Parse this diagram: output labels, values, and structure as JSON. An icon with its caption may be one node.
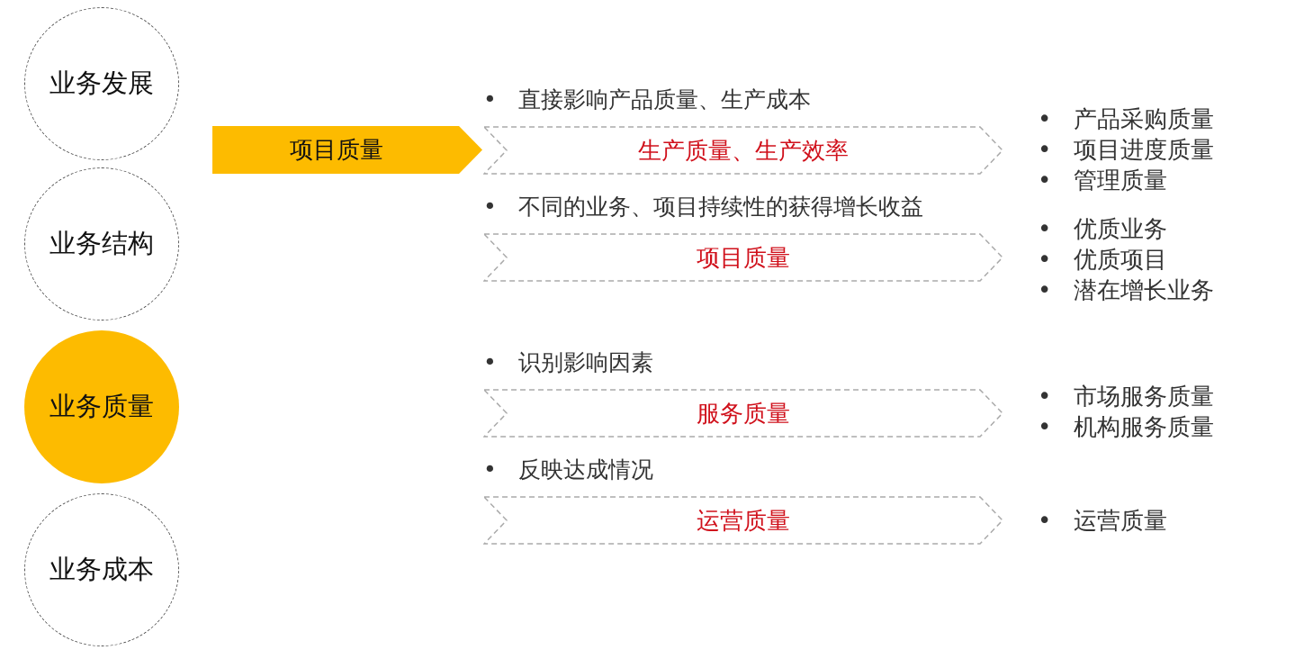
{
  "diagram": {
    "nodes": [
      {
        "text": [
          "业务发展"
        ]
      },
      {
        "text": [
          "业务结构"
        ]
      },
      {
        "text": [
          "业务质量"
        ]
      },
      {
        "text": [
          "业务成本"
        ]
      },
      {
        "text": [
          "项目质量"
        ]
      },
      {
        "text": [
          "• 直接影响产品质量、生产成本",
          "生产质量、生产效率"
        ],
        "beside": [
          "• 产品采购质量",
          "• 项目进度质量",
          "• 管理质量"
        ]
      },
      {
        "text": [
          "• 不同的业务、项目持续性的获得增长收益",
          "项目质量"
        ],
        "beside": [
          "• 优质业务",
          "• 优质项目",
          "• 潜在增长业务"
        ]
      },
      {
        "text": [
          "• 识别影响因素",
          "服务质量"
        ],
        "beside": [
          "• 市场服务质量",
          "• 机构服务质量"
        ]
      },
      {
        "text": [
          "• 反映达成情况",
          "运营质量"
        ],
        "beside": [
          "• 运营质量"
        ]
      }
    ]
  }
}
